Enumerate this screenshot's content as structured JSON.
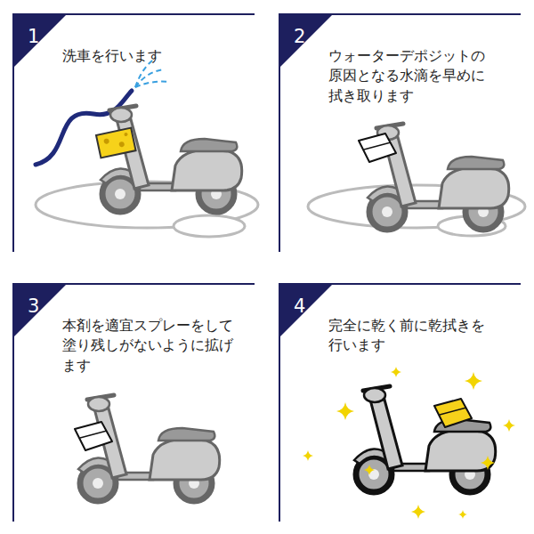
{
  "diagram": {
    "nodes": [
      {
        "text": [
          "1",
          "洗車を行います"
        ]
      },
      {
        "text": [
          "2",
          "ウォーターデポジットの 原因となる水滴を早めに 拭き取ります"
        ]
      },
      {
        "text": [
          "3",
          "本剤を適宜スプレーをして 塗り残しがないように拡げ ます"
        ]
      },
      {
        "text": [
          "4",
          "完全に乾く前に乾拭きを 行います"
        ]
      }
    ]
  }
}
